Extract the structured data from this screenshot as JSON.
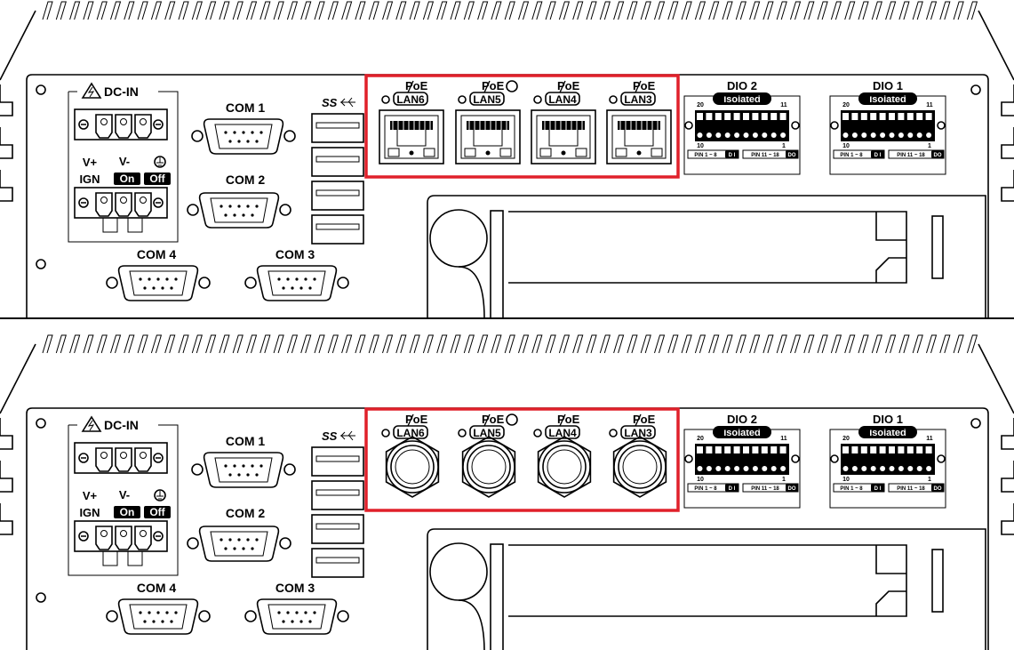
{
  "panels": [
    {
      "variant": "rj45",
      "dc_in": "DC-IN",
      "v_plus": "V+",
      "v_minus": "V-",
      "ign": "IGN",
      "on": "On",
      "off": "Off",
      "com1": "COM 1",
      "com2": "COM 2",
      "com3": "COM 3",
      "com4": "COM 4",
      "usb_logo": "SS",
      "lan": [
        {
          "poe": "PoE",
          "name": "LAN6"
        },
        {
          "poe": "PoE",
          "name": "LAN5"
        },
        {
          "poe": "PoE",
          "name": "LAN4"
        },
        {
          "poe": "PoE",
          "name": "LAN3"
        }
      ],
      "dio": [
        {
          "title": "DIO 2",
          "badge": "Isolated",
          "pin_tl": "20",
          "pin_tr": "11",
          "pin_bl": "10",
          "pin_br": "1",
          "di_range": "PIN 1 ~ 8",
          "di": "D I",
          "do_range": "PIN 11 ~ 18",
          "do": "DO"
        },
        {
          "title": "DIO 1",
          "badge": "Isolated",
          "pin_tl": "20",
          "pin_tr": "11",
          "pin_bl": "10",
          "pin_br": "1",
          "di_range": "PIN 1 ~ 8",
          "di": "D I",
          "do_range": "PIN 11 ~ 18",
          "do": "DO"
        }
      ]
    },
    {
      "variant": "m12",
      "dc_in": "DC-IN",
      "v_plus": "V+",
      "v_minus": "V-",
      "ign": "IGN",
      "on": "On",
      "off": "Off",
      "com1": "COM 1",
      "com2": "COM 2",
      "com3": "COM 3",
      "com4": "COM 4",
      "usb_logo": "SS",
      "lan": [
        {
          "poe": "PoE",
          "name": "LAN6"
        },
        {
          "poe": "PoE",
          "name": "LAN5"
        },
        {
          "poe": "PoE",
          "name": "LAN4"
        },
        {
          "poe": "PoE",
          "name": "LAN3"
        }
      ],
      "dio": [
        {
          "title": "DIO 2",
          "badge": "Isolated",
          "pin_tl": "20",
          "pin_tr": "11",
          "pin_bl": "10",
          "pin_br": "1",
          "di_range": "PIN 1 ~ 8",
          "di": "D I",
          "do_range": "PIN 11 ~ 18",
          "do": "DO"
        },
        {
          "title": "DIO 1",
          "badge": "Isolated",
          "pin_tl": "20",
          "pin_tr": "11",
          "pin_bl": "10",
          "pin_br": "1",
          "di_range": "PIN 1 ~ 8",
          "di": "D I",
          "do_range": "PIN 11 ~ 18",
          "do": "DO"
        }
      ]
    }
  ],
  "highlight_color": "#e0202a"
}
